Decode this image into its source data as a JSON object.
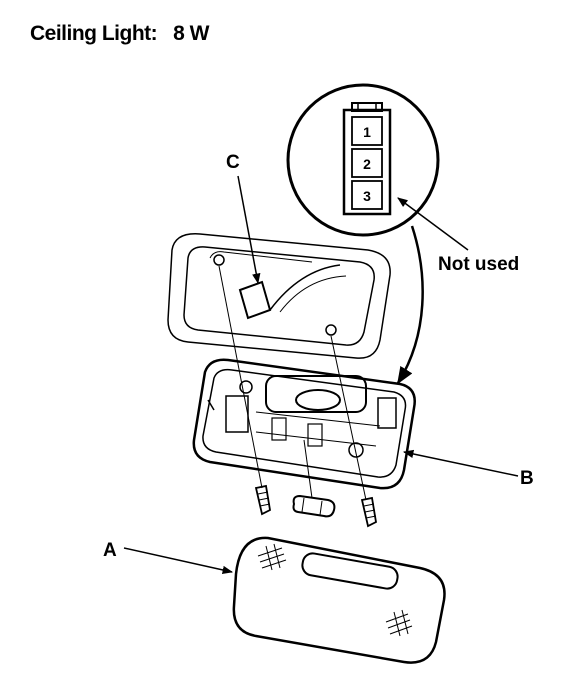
{
  "title": "Ceiling Light:   8 W",
  "callouts": {
    "a": "A",
    "b": "B",
    "c": "C",
    "not_used": "Not used"
  },
  "connector_pins": [
    "1",
    "2",
    "3"
  ]
}
